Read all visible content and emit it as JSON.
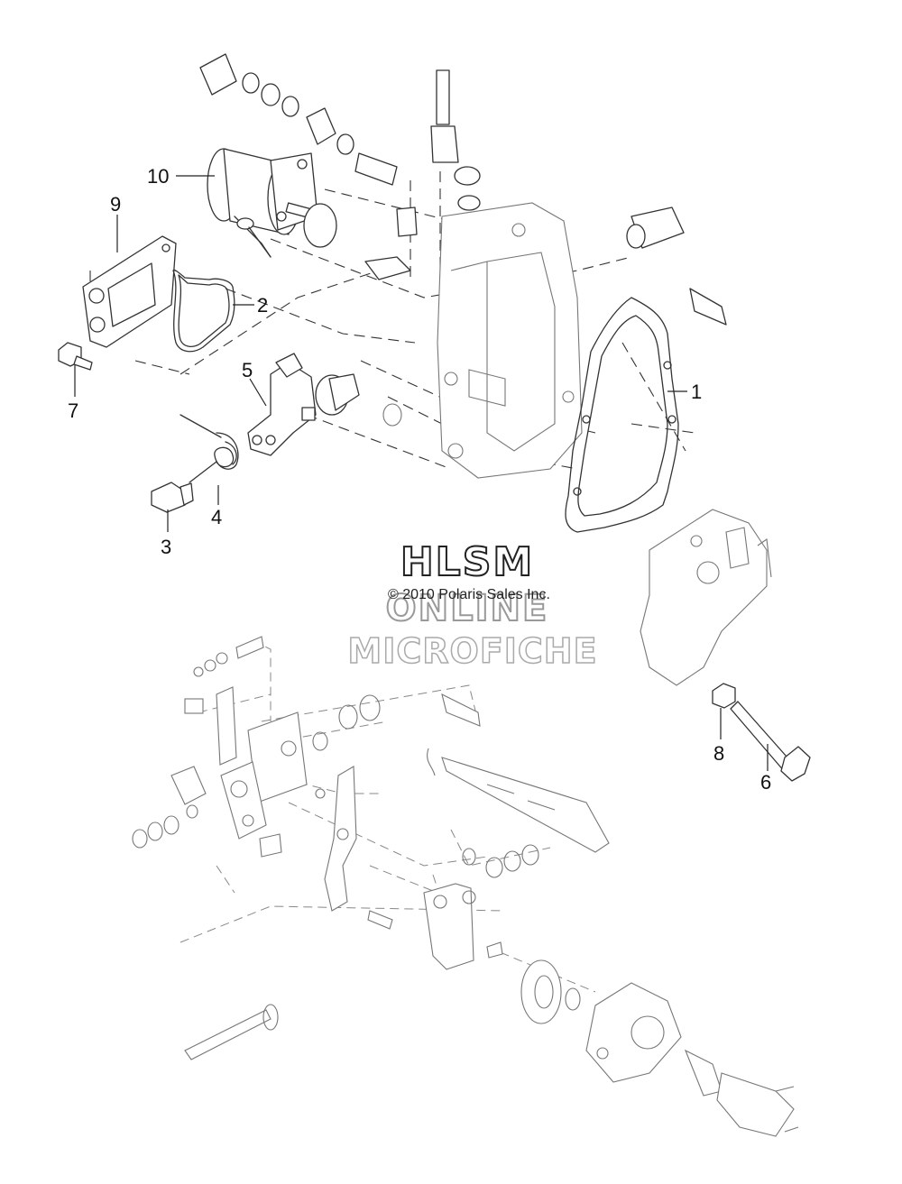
{
  "watermark": {
    "line1": "HLSM",
    "copyright": "© 2010 Polaris Sales Inc.",
    "line2": "ONLINE",
    "line3": "MICROFICHE"
  },
  "callouts": [
    {
      "id": "1",
      "label": "1"
    },
    {
      "id": "2",
      "label": "2"
    },
    {
      "id": "3",
      "label": "3"
    },
    {
      "id": "4",
      "label": "4"
    },
    {
      "id": "5",
      "label": "5"
    },
    {
      "id": "6",
      "label": "6"
    },
    {
      "id": "7",
      "label": "7"
    },
    {
      "id": "8",
      "label": "8"
    },
    {
      "id": "9",
      "label": "9"
    },
    {
      "id": "10",
      "label": "10"
    }
  ]
}
